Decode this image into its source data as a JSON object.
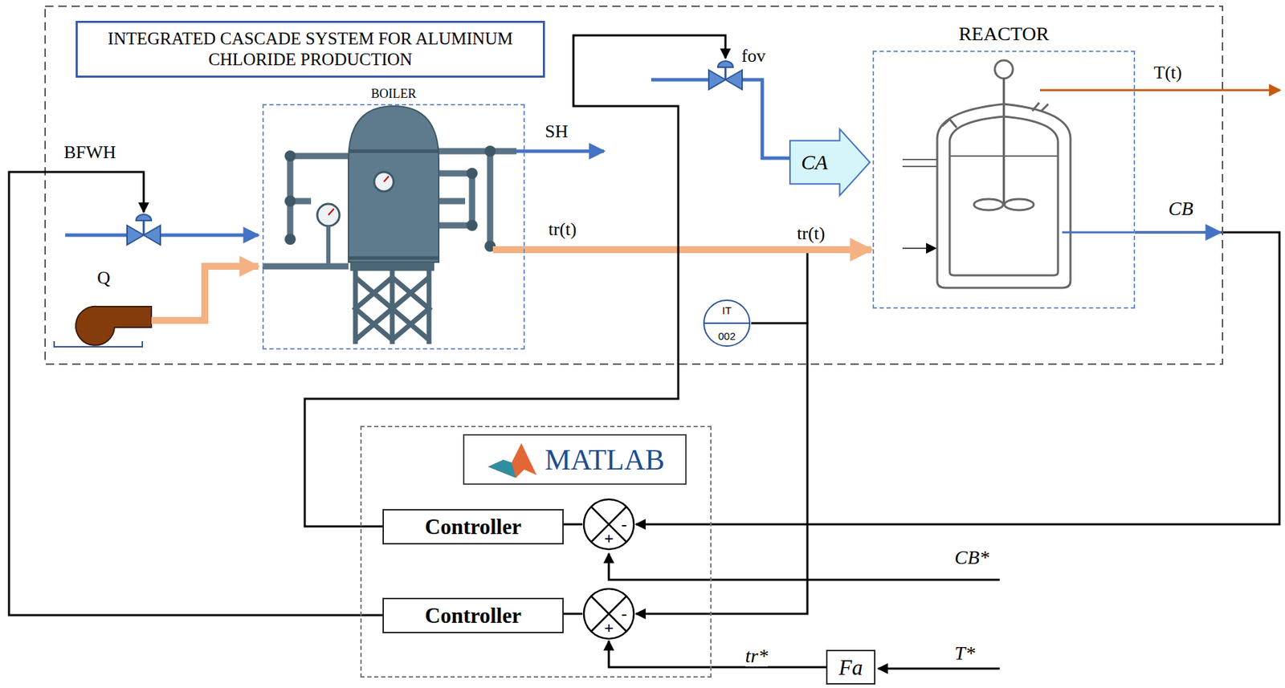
{
  "diagram": {
    "nodes": [
      {
        "text": [
          "INTEGRATED CASCADE SYSTEM FOR ALUMINUM CHLORIDE PRODUCTION"
        ]
      },
      {
        "text": [
          "BOILER"
        ]
      },
      {
        "text": [
          "CA"
        ]
      },
      {
        "text": [
          "REACTOR"
        ]
      },
      {
        "text": [
          "IT",
          "002"
        ]
      },
      {
        "text": [
          "MATLAB"
        ]
      },
      {
        "text": [
          "Controller"
        ],
        "in": 5
      },
      {
        "text": [
          "-",
          "+"
        ],
        "in": 5
      },
      {
        "text": [
          "Controller"
        ],
        "in": 5
      },
      {
        "text": [
          "-",
          "+"
        ],
        "in": 5
      },
      {
        "text": [
          "Fa"
        ]
      }
    ],
    "edges": [
      {
        "from": 1,
        "to": 3,
        "arrow": "to",
        "label": "tr(t)"
      },
      {
        "from": 7,
        "to": 6,
        "arrow": "none"
      },
      {
        "from": 9,
        "to": 8,
        "arrow": "none"
      },
      {
        "from": 3,
        "to": 7,
        "arrow": "to"
      },
      {
        "from": 4,
        "to": 9,
        "arrow": "to"
      },
      {
        "from": 10,
        "to": 9,
        "arrow": "to",
        "label": "tr*"
      }
    ],
    "labels": [
      "BFWH",
      "Q",
      "SH",
      "fov",
      "tr(t)",
      "T(t)",
      "CB",
      "CB*",
      "T*"
    ]
  }
}
